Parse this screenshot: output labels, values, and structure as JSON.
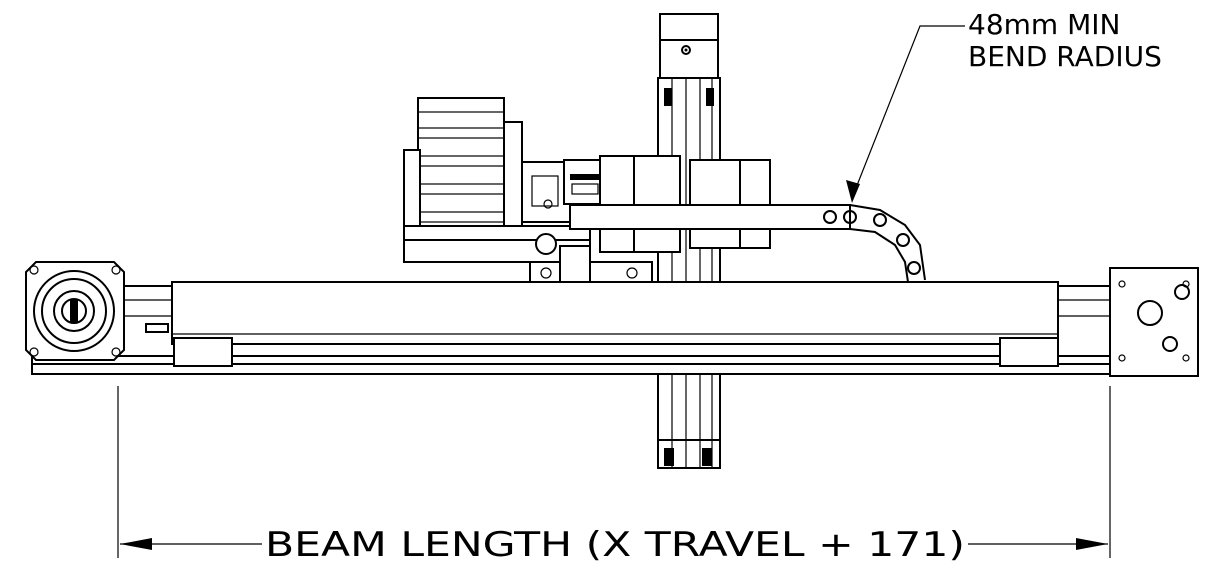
{
  "annotations": {
    "bend_radius_line1": "48mm MIN",
    "bend_radius_line2": "BEND RADIUS"
  },
  "dimensions": {
    "beam_length_label": "BEAM LENGTH (X TRAVEL + 171)"
  }
}
